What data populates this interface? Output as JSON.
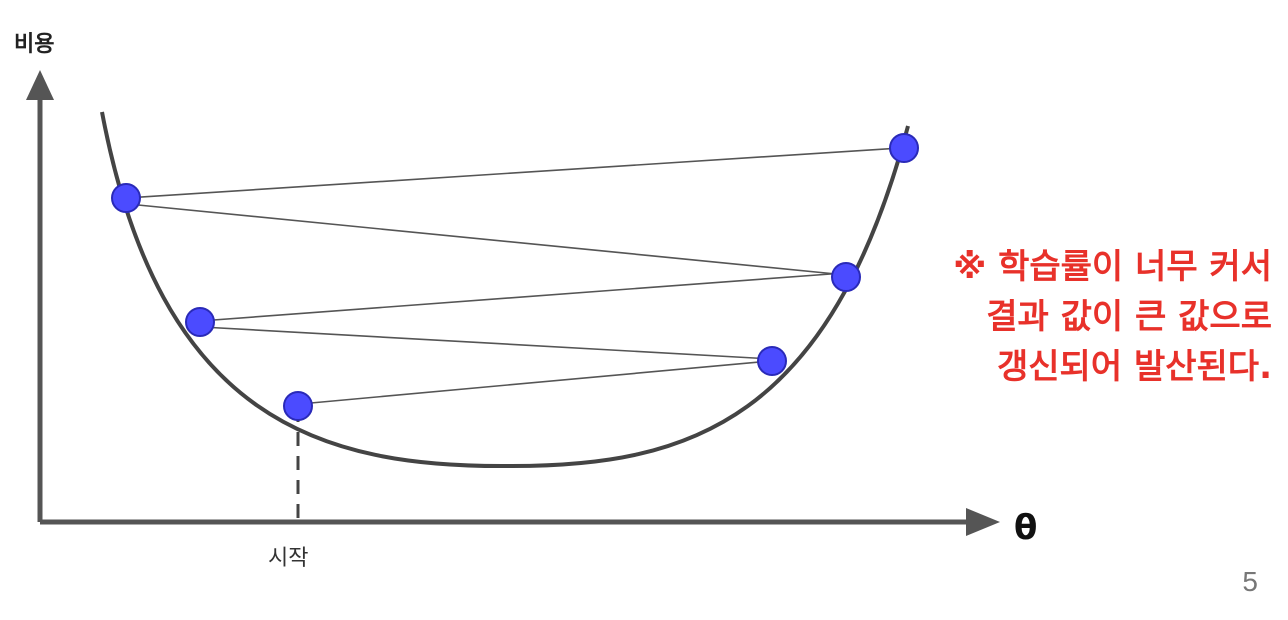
{
  "axes": {
    "y_label": "비용",
    "x_label": "θ",
    "start_label": "시작"
  },
  "note": {
    "lines": [
      "※ 학습률이 너무 커서",
      "결과 값이 큰 값으로",
      "갱신되어 발산된다."
    ]
  },
  "page_number": "5",
  "colors": {
    "curve": "#444444",
    "points": "#4b4bff",
    "arrows": "#555555",
    "note": "#e8312a"
  }
}
